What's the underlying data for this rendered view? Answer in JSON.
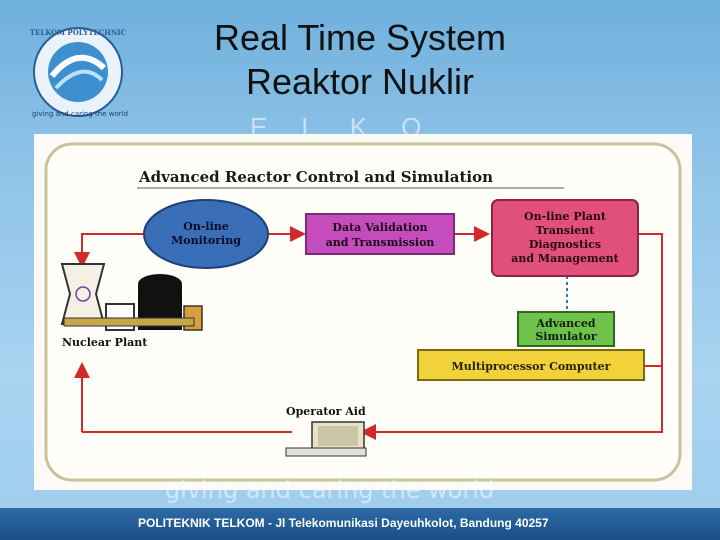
{
  "slide": {
    "title_line1": "Real Time System",
    "title_line2": "Reaktor Nuklir"
  },
  "logo": {
    "ring_text": "TELKOM POLYTECHNIC",
    "tagline": "giving and caring the world"
  },
  "watermarks": {
    "top_letters": "ELKO",
    "bottom": "giving and caring the world"
  },
  "diagram": {
    "title": "Advanced Reactor Control and Simulation",
    "nodes": {
      "online_monitoring": {
        "line1": "On-line",
        "line2": "Monitoring",
        "color": "#3a6fb8"
      },
      "data_validation": {
        "line1": "Data Validation",
        "line2": "and Transmission",
        "color": "#c44cbd"
      },
      "online_plant": {
        "line1": "On-line Plant",
        "line2": "Transient",
        "line3": "Diagnostics",
        "line4": "and Management",
        "color": "#e0507a"
      },
      "advanced_simulator": {
        "line1": "Advanced",
        "line2": "Simulator",
        "color": "#6fc24c"
      },
      "multiprocessor": {
        "label": "Multiprocessor Computer",
        "color": "#f1d23a"
      },
      "nuclear_plant": {
        "label": "Nuclear Plant"
      },
      "operator_aid": {
        "label": "Operator Aid"
      }
    },
    "loop_color": "#d22a2a"
  },
  "footer": {
    "text": "POLITEKNIK TELKOM - Jl Telekomunikasi Dayeuhkolot, Bandung 40257",
    "bar_color": "#1f5a96"
  }
}
